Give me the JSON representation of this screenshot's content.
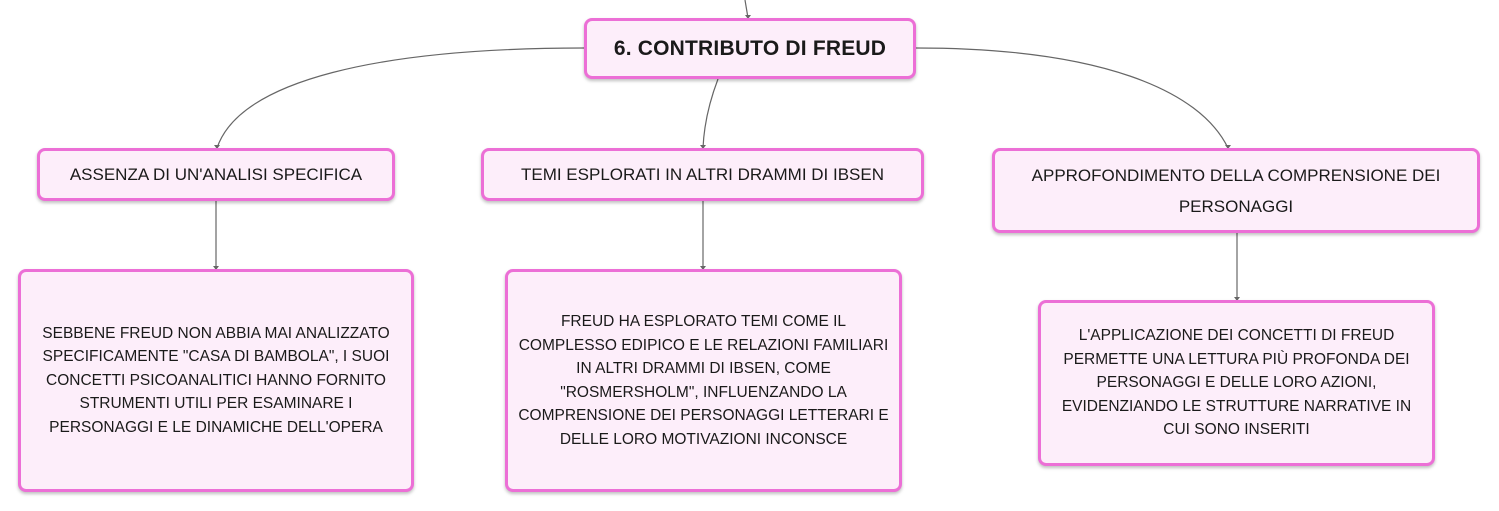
{
  "root": {
    "label": "6. CONTRIBUTO DI FREUD"
  },
  "topics": [
    {
      "label": "ASSENZA DI UN'ANALISI SPECIFICA",
      "detail": "SEBBENE FREUD NON ABBIA MAI ANALIZZATO SPECIFICAMENTE \"CASA DI BAMBOLA\", I SUOI CONCETTI PSICOANALITICI HANNO FORNITO STRUMENTI UTILI PER ESAMINARE I PERSONAGGI E LE DINAMICHE DELL'OPERA"
    },
    {
      "label": "TEMI ESPLORATI IN ALTRI DRAMMI DI IBSEN",
      "detail": "FREUD HA ESPLORATO TEMI COME IL COMPLESSO EDIPICO E LE RELAZIONI FAMILIARI IN ALTRI DRAMMI DI IBSEN, COME \"ROSMERSHOLM\", INFLUENZANDO LA COMPRENSIONE DEI PERSONAGGI LETTERARI E DELLE LORO MOTIVAZIONI INCONSCE"
    },
    {
      "label": "APPROFONDIMENTO DELLA COMPRENSIONE DEI PERSONAGGI",
      "detail": "L'APPLICAZIONE DEI CONCETTI DI FREUD PERMETTE UNA LETTURA PIÙ PROFONDA DEI PERSONAGGI E DELLE LORO AZIONI, EVIDENZIANDO LE STRUTTURE NARRATIVE IN CUI SONO INSERITI"
    }
  ],
  "colors": {
    "node_fill": "#fdeefa",
    "node_border": "#ec6fd6",
    "connector": "#666666"
  }
}
